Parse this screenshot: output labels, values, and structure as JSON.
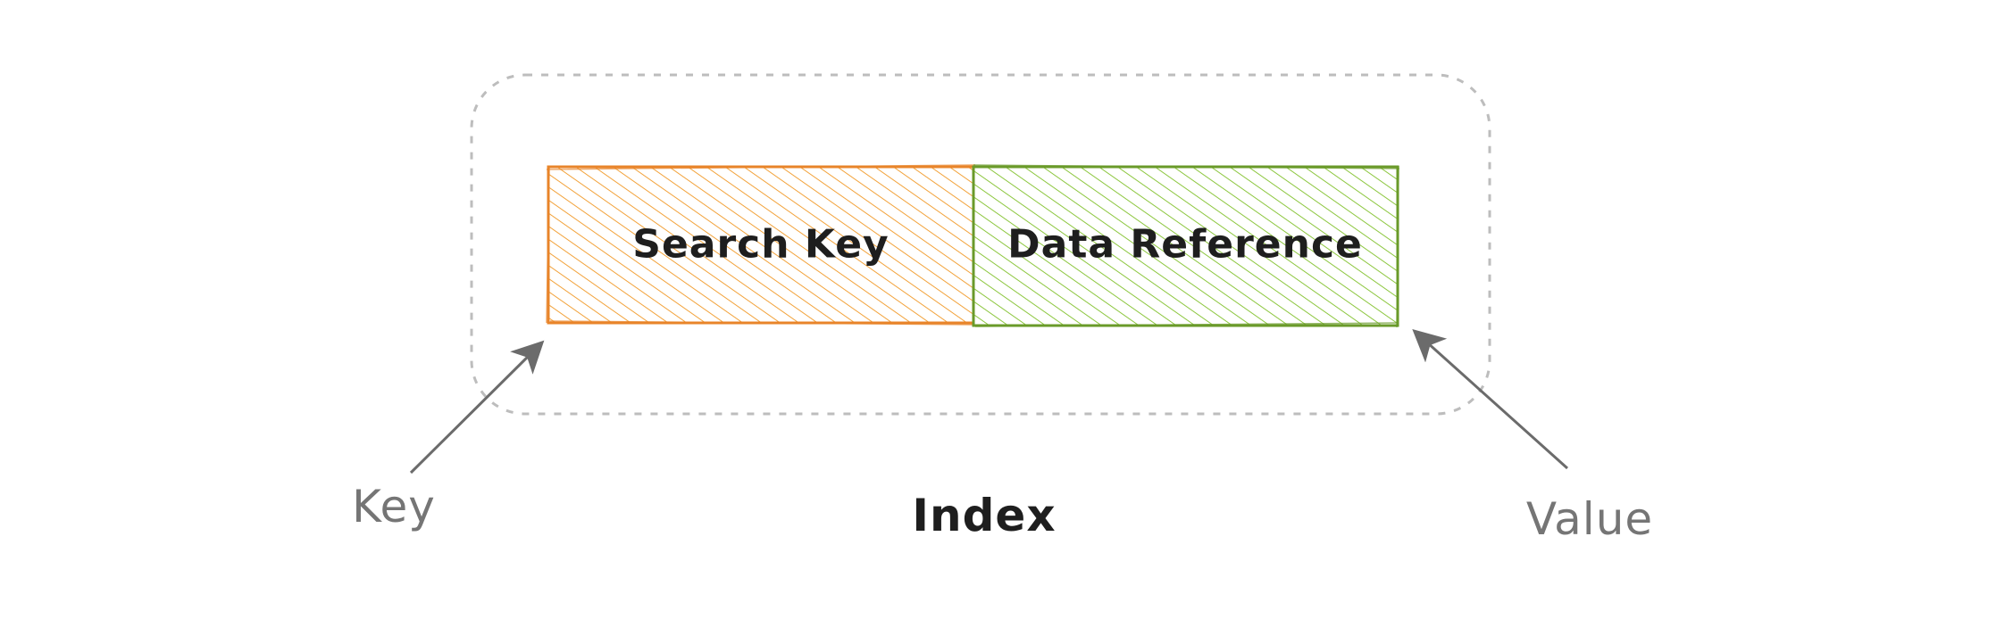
{
  "diagram": {
    "container_label": "Index",
    "cells": [
      {
        "name": "search-key-cell",
        "label": "Search Key",
        "stroke": "#e8842a",
        "hatch": "#f5a623"
      },
      {
        "name": "data-reference-cell",
        "label": "Data Reference",
        "stroke": "#6a9a2a",
        "hatch": "#8cc63e"
      }
    ],
    "annotations": [
      {
        "name": "key-annotation",
        "label": "Key"
      },
      {
        "name": "value-annotation",
        "label": "Value"
      }
    ],
    "colors": {
      "outline_dashed": "#bdbdbd",
      "arrow": "#6b6b6b",
      "annotation_text": "#757575"
    }
  }
}
